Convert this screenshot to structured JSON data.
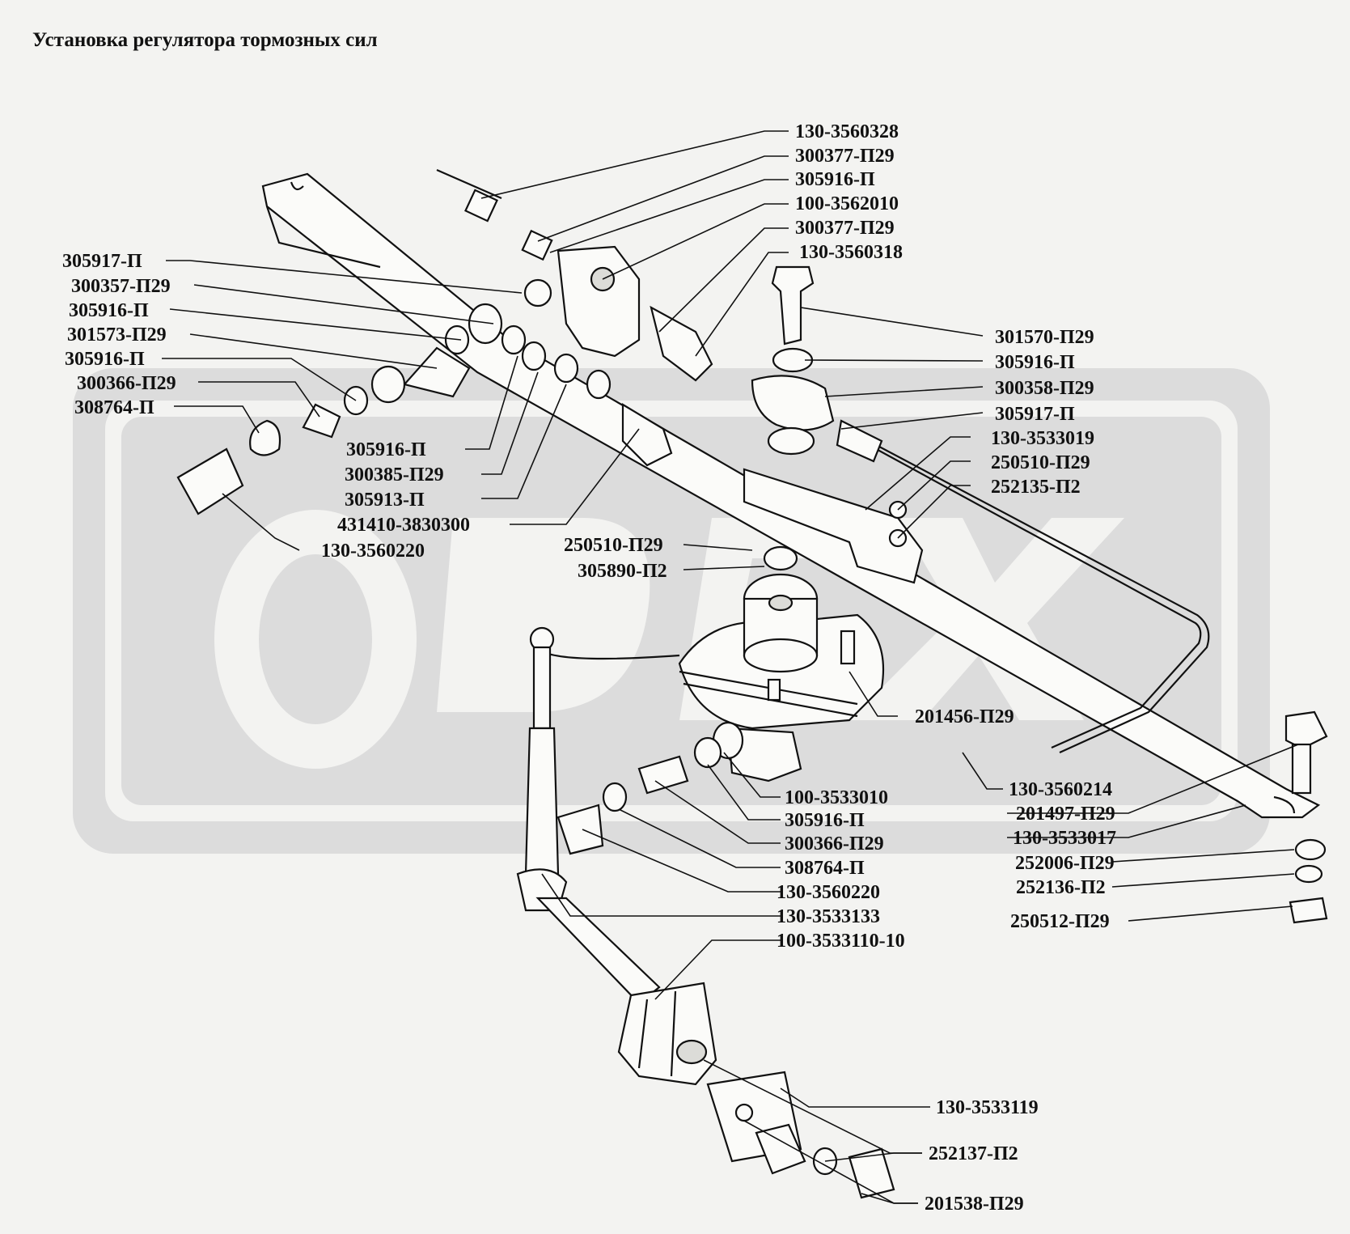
{
  "title": "Установка регулятора тормозных сил",
  "watermark": {
    "text": "ODEX",
    "color": "#dcdcdc"
  },
  "callouts": [
    "130-3560328",
    "300377-П29",
    "305916-П",
    "100-3562010",
    "300377-П29",
    "130-3560318",
    "305917-П",
    "300357-П29",
    "305916-П",
    "301573-П29",
    "305916-П",
    "300366-П29",
    "308764-П",
    "301570-П29",
    "305916-П",
    "300358-П29",
    "305917-П",
    "130-3533019",
    "250510-П29",
    "252135-П2",
    "305916-П",
    "300385-П29",
    "305913-П",
    "431410-3830300",
    "130-3560220",
    "250510-П29",
    "305890-П2",
    "201456-П29",
    "130-3560214",
    "201497-П29",
    "130-3533017",
    "252006-П29",
    "252136-П2",
    "250512-П29",
    "100-3533010",
    "305916-П",
    "300366-П29",
    "308764-П",
    "130-3560220",
    "130-3533133",
    "100-3533110-10",
    "130-3533119",
    "252137-П2",
    "201538-П29"
  ]
}
